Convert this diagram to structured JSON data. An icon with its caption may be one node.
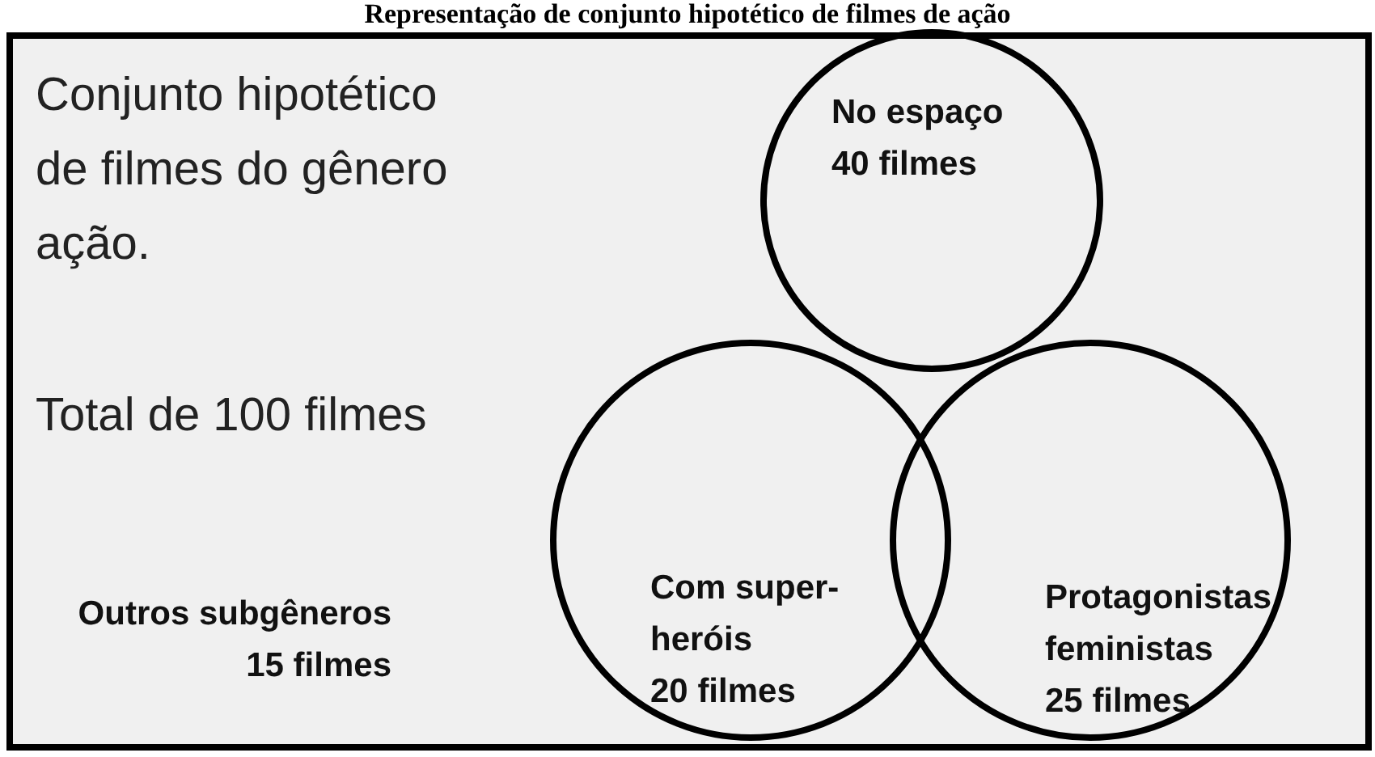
{
  "diagram": {
    "title": "Representação de conjunto hipotético de filmes de ação",
    "nodes": [
      {
        "text": [
          "Conjunto hipotético de filmes do gênero ação.",
          "Total de 100 filmes",
          "Outros subgêneros 15 filmes"
        ]
      },
      {
        "text": [
          "No espaço",
          "40 filmes"
        ],
        "in": 0
      },
      {
        "text": [
          "Com super-heróis",
          "20 filmes"
        ],
        "in": 0
      },
      {
        "text": [
          "Protagonistas feministas",
          "25 filmes"
        ],
        "in": 0
      }
    ],
    "edges": []
  }
}
